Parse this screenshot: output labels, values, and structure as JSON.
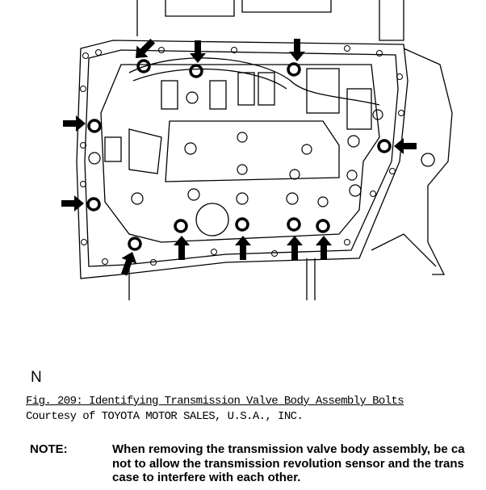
{
  "figure": {
    "marker": "N",
    "caption": "Fig. 209: Identifying Transmission Valve Body Assembly Bolts",
    "courtesy": "Courtesy of TOYOTA MOTOR SALES, U.S.A., INC."
  },
  "note": {
    "label": "NOTE:",
    "text": "When removing the transmission valve body assembly, be ca\nnot to allow the transmission revolution sensor and the trans\ncase to interfere with each other."
  }
}
